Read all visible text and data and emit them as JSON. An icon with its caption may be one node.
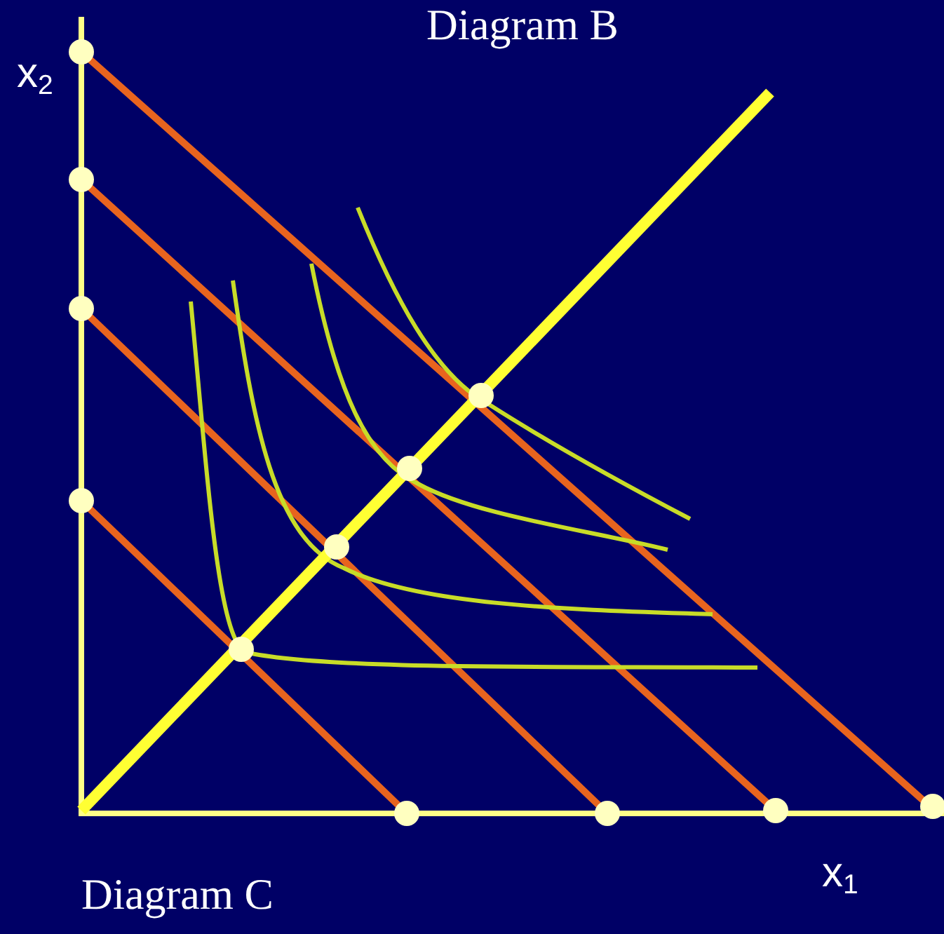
{
  "diagram": {
    "labels": [
      "Diagram B",
      "x$_{2}$",
      "x$_{1}$",
      "Diagram C"
    ]
  }
}
